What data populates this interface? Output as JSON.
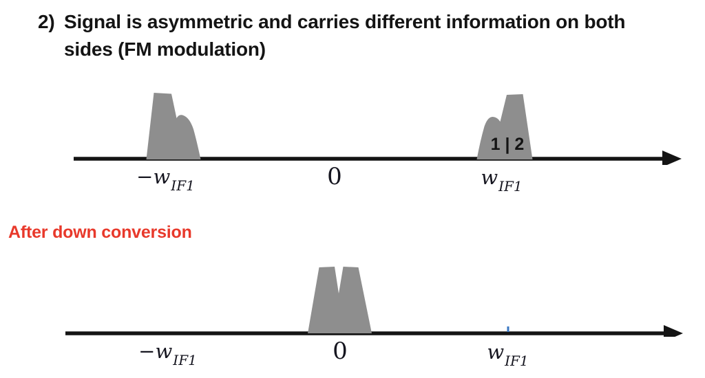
{
  "title": {
    "number": "2)",
    "line1": "Signal is asymmetric and carries different information on both",
    "line2": "sides (FM modulation)"
  },
  "section_label": "After down conversion",
  "colors": {
    "spectrum_gray": "#8E8E8E",
    "axis_black": "#141414",
    "highlight_red": "#E8392B",
    "tick_blue": "#3B78C3"
  },
  "diagram_before": {
    "description": "frequency spectrum before down conversion",
    "sideband_label": "1 | 2",
    "axis_labels": {
      "neg": {
        "base": "−w",
        "sub": "IF1"
      },
      "zero": "0",
      "pos": {
        "base": "w",
        "sub": "IF1"
      }
    }
  },
  "diagram_after": {
    "description": "frequency spectrum after down conversion",
    "axis_labels": {
      "neg": {
        "base": "−w",
        "sub": "IF1"
      },
      "zero": "0",
      "pos": {
        "base": "w",
        "sub": "IF1"
      }
    }
  }
}
